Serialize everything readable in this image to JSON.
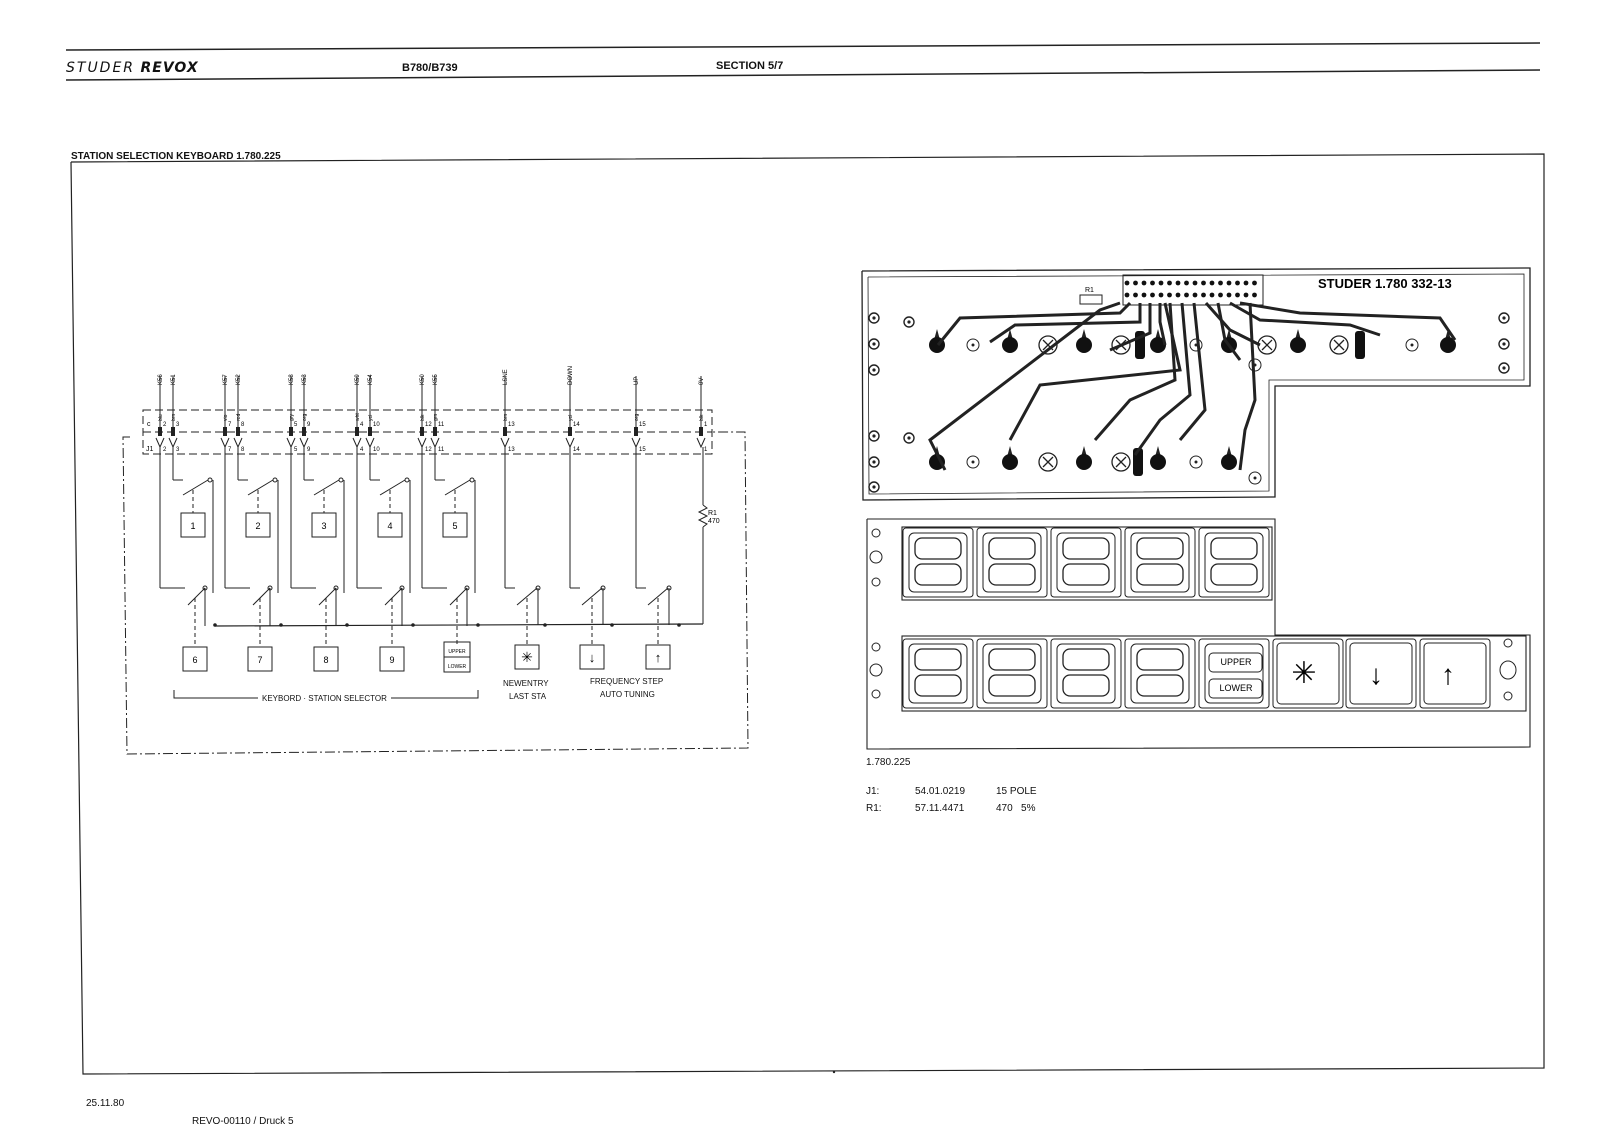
{
  "header": {
    "brand_left": "STUDER",
    "brand_right": "REVOX",
    "model": "B780/B739",
    "section": "SECTION 5/7"
  },
  "diagram_title": "STATION SELECTION KEYBOARD  1.780.225",
  "schematic": {
    "connector_name": "J1",
    "signals": [
      "K56",
      "K51",
      "K57",
      "K52",
      "K58",
      "K53",
      "K59",
      "K54",
      "K50",
      "K55",
      "LSNE",
      "DOWN",
      "UP",
      "0V"
    ],
    "wire_colors": [
      "blu",
      "brn",
      "vio",
      "red",
      "gry",
      "org",
      "wht",
      "yel",
      "blk",
      "grn",
      "brn",
      "yel",
      "org",
      "blk"
    ],
    "pins": [
      "2",
      "3",
      "7",
      "8",
      "5",
      "9",
      "4",
      "10",
      "12",
      "11",
      "13",
      "14",
      "15",
      "1"
    ],
    "connector_letter": "c",
    "keys_top": [
      "1",
      "2",
      "3",
      "4",
      "5"
    ],
    "keys_bottom": [
      "6",
      "7",
      "8",
      "9"
    ],
    "upper_lower": [
      "UPPER",
      "LOWER"
    ],
    "star_symbol": "✳",
    "down_symbol": "↓",
    "up_symbol": "↑",
    "resistor_label": "R1",
    "resistor_value": "470",
    "label_newentry": "NEWENTRY",
    "label_laststa": "LAST STA",
    "label_freqstep": "FREQUENCY STEP",
    "label_autotuning": "AUTO TUNING",
    "label_keyboard": "KEYBORD · STATION SELECTOR"
  },
  "pcb": {
    "silkscreen": "STUDER 1.780 332-13",
    "r1_label": "R1"
  },
  "front_panel": {
    "upper": "UPPER",
    "lower": "LOWER",
    "star": "✳",
    "down": "↓",
    "up": "↑"
  },
  "parts": {
    "part_number": "1.780.225",
    "rows": [
      {
        "ref": "J1:",
        "code": "54.01.0219",
        "desc": "15 POLE"
      },
      {
        "ref": "R1:",
        "code": "57.11.4471",
        "desc": "470   5%"
      }
    ]
  },
  "footer": {
    "date": "25.11.80",
    "doc": "REVO-00110 / Druck 5"
  }
}
